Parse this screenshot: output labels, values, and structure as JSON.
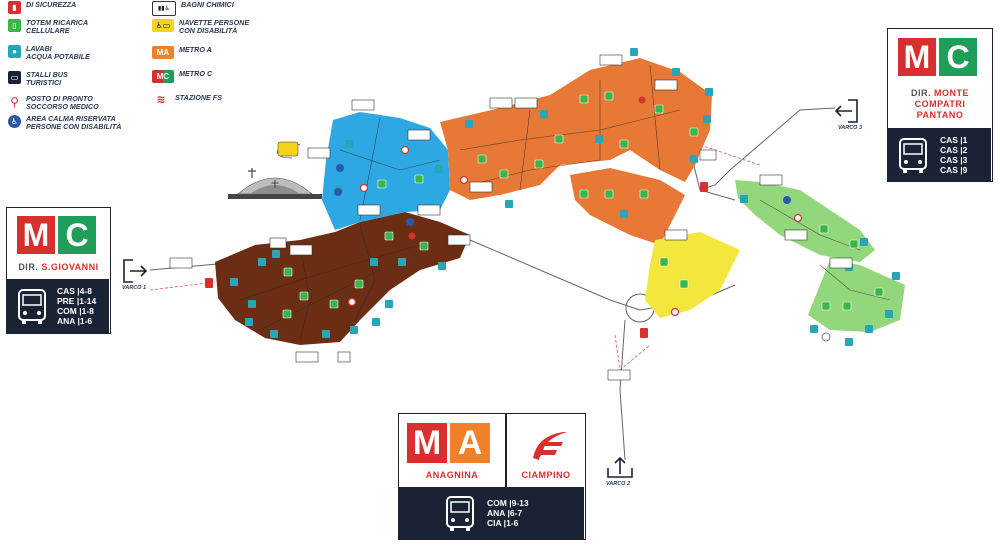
{
  "legend": [
    {
      "icon": "extinguisher-icon",
      "color": "#d8302f",
      "label": "DI SICUREZZA"
    },
    {
      "icon": "phone-charger-icon",
      "color": "#3bb54a",
      "label": "TOTEM RICARICA\nCELLULARE"
    },
    {
      "icon": "water-drop-icon",
      "color": "#27a6b8",
      "label": "LAVABI\nACQUA POTABILE"
    },
    {
      "icon": "bus-icon",
      "color": "#1a2235",
      "label": "STALLI BUS\nTURISTICI"
    },
    {
      "icon": "first-aid-icon",
      "color": "#d8302f",
      "label": "POSTO DI PRONTO\nSOCCORSO MEDICO"
    },
    {
      "icon": "wheelchair-icon",
      "color": "#2c58a8",
      "label": "AREA CALMA RISERVATA\nPERSONE CON DISABILITÀ"
    },
    {
      "icon": "toilet-icon",
      "color": "#1a2235",
      "label": "BAGNI CHIMICI"
    },
    {
      "icon": "shuttle-icon",
      "color": "#f3d41b",
      "label": "NAVETTE PERSONE\nCON DISABILITÀ"
    },
    {
      "icon": "metro-a-icon",
      "color": "#f0802a",
      "label": "METRO A"
    },
    {
      "icon": "metro-c-icon",
      "color": "#d8302f",
      "label": "METRO C"
    },
    {
      "icon": "fs-icon",
      "color": "#d8302f",
      "label": "STAZIONE FS"
    }
  ],
  "metro_left": {
    "letters": [
      "M",
      "C"
    ],
    "dir_label": "DIR.",
    "dir_name": "S.GIOVANNI",
    "bus_lines": "CAS |4-8\nPRE |1-14\nCOM |1-8\nANA |1-6"
  },
  "metro_right": {
    "letters": [
      "M",
      "C"
    ],
    "dir_label": "DIR.",
    "dir_name": "MONTE",
    "dir_line2": "COMPATRI",
    "dir_line3": "PANTANO",
    "bus_lines": "CAS |1\nCAS |2\nCAS |3\nCAS |9"
  },
  "metro_bottom": {
    "letters": [
      "M",
      "A"
    ],
    "metro_name": "ANAGNINA",
    "fs_name": "CIAMPINO",
    "bus_lines": "COM |9-13\nANA |6-7\nCIA |1-6"
  },
  "gates": {
    "varco1": "VARCO 1",
    "varco2": "VARCO 2",
    "varco3": "VARCO 3"
  },
  "colors": {
    "brown_zone": "#6b2e14",
    "blue_zone": "#2ea8e3",
    "orange_zone": "#e87836",
    "yellow_zone": "#f3e63c",
    "lightgreen_zone": "#93d77c",
    "navy": "#1a2235",
    "metro_red": "#d8302f",
    "metro_green": "#1f9e5a",
    "metro_orange": "#f0802a"
  }
}
